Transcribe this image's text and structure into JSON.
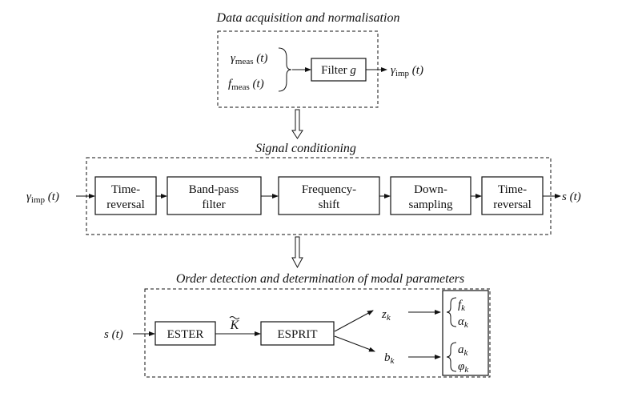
{
  "sections": {
    "acquisition_title": "Data acquisition and normalisation",
    "conditioning_title": "Signal conditioning",
    "order_title": "Order detection and determination of modal parameters"
  },
  "acquisition": {
    "input1": "γ",
    "input1_sub": "meas",
    "input1_arg": " (t)",
    "input2": "f",
    "input2_sub": "meas",
    "input2_arg": " (t)",
    "filter_label": "Filter ",
    "filter_var": "g",
    "output": "γ",
    "output_sub": "imp",
    "output_arg": " (t)"
  },
  "conditioning": {
    "input": "γ",
    "input_sub": "imp",
    "input_arg": " (t)",
    "blocks": [
      {
        "line1": "Time-",
        "line2": "reversal"
      },
      {
        "line1": "Band-pass",
        "line2": "filter"
      },
      {
        "line1": "Frequency-",
        "line2": "shift"
      },
      {
        "line1": "Down-",
        "line2": "sampling"
      },
      {
        "line1": "Time-",
        "line2": "reversal"
      }
    ],
    "output": "s (t)"
  },
  "order": {
    "input": "s (t)",
    "ester_label": "ESTER",
    "k_label": "K",
    "esprit_label": "ESPRIT",
    "z_label": "z",
    "z_sub": "k",
    "b_label": "b",
    "b_sub": "k",
    "f_label": "f",
    "f_sub": "k",
    "alpha_label": "α",
    "alpha_sub": "k",
    "a_label": "a",
    "a_sub": "k",
    "phi_label": "φ",
    "phi_sub": "k"
  }
}
